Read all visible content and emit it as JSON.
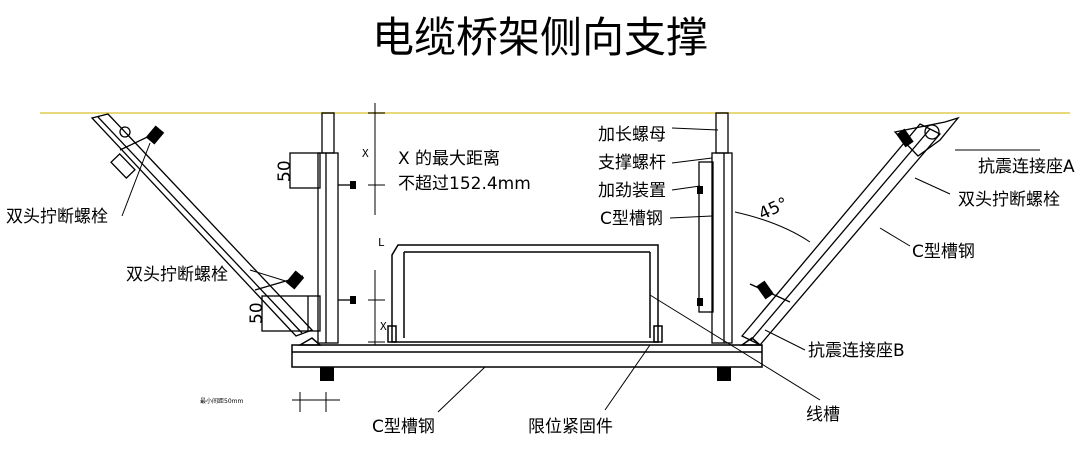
{
  "title": "电缆桥架侧向支撑",
  "labels": {
    "left_bolt_top": "双头拧断螺栓",
    "left_bolt_mid": "双头拧断螺栓",
    "x_note_line1": "X 的最大距离",
    "x_note_line2": "不超过152.4mm",
    "extended_nut": "加长螺母",
    "support_rod": "支撑螺杆",
    "stiffener": "加劲装置",
    "c_channel_right_post": "C型槽钢",
    "seismic_base_a": "抗震连接座A",
    "right_bolt": "双头拧断螺栓",
    "c_channel_brace": "C型槽钢",
    "seismic_base_b": "抗震连接座B",
    "c_channel_bottom": "C型槽钢",
    "limit_fastener": "限位紧固件",
    "cable_tray": "线槽",
    "min_spacing": "最小间距50mm"
  },
  "dimensions": {
    "x_top": "X",
    "x_bottom": "X",
    "l": "L",
    "fifty_top": "50",
    "fifty_bottom": "50",
    "angle": "45°"
  },
  "colors": {
    "ceiling_line": "#e8d97a",
    "line": "#000000",
    "background": "#ffffff"
  }
}
